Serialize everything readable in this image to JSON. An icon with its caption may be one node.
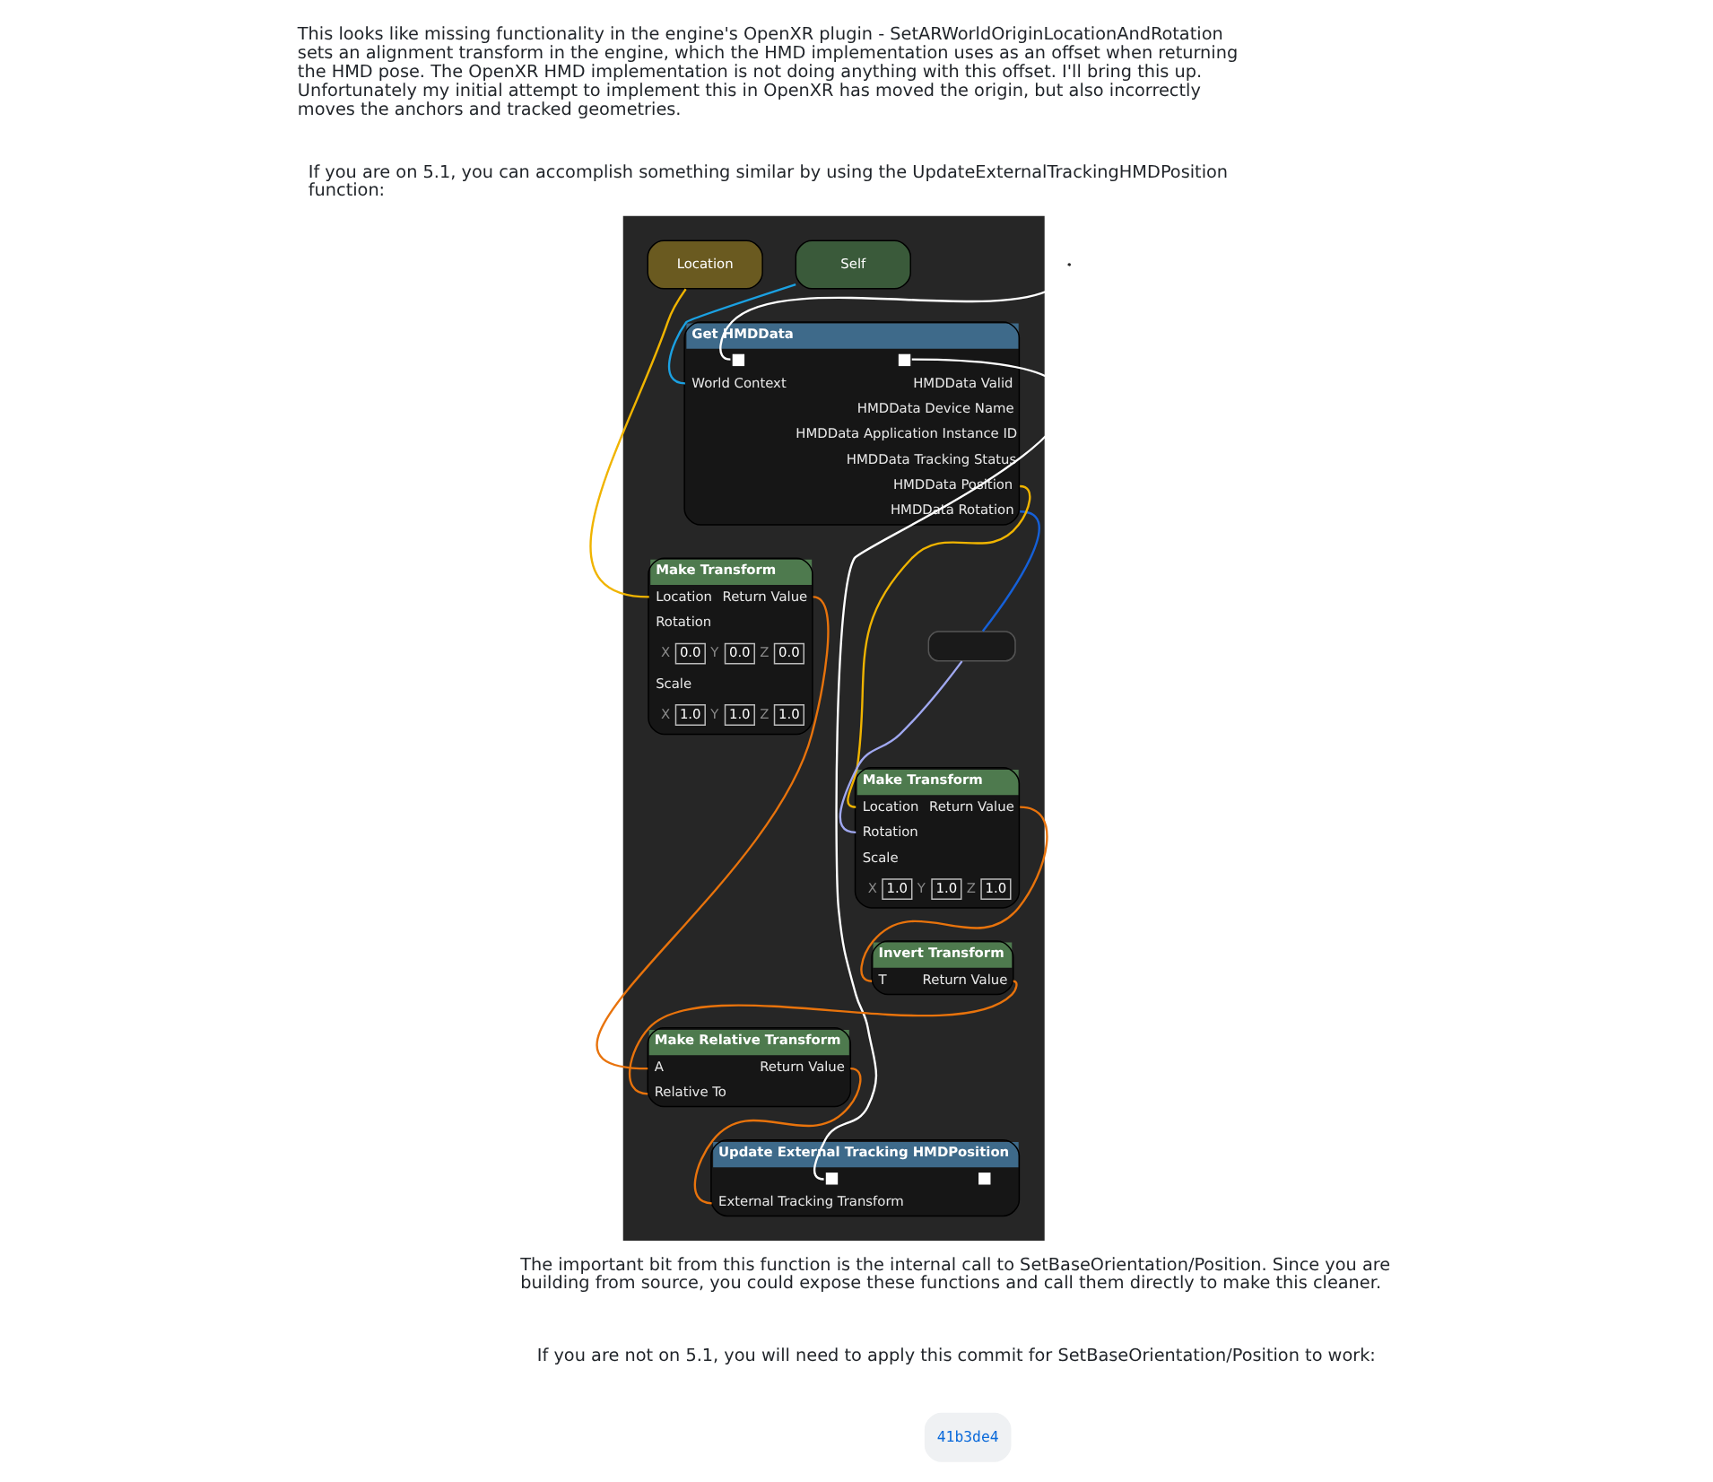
{
  "diagram": {
    "nodes": [
      {
        "text": [],
        "shape": "box"
      },
      {
        "text": [
          "Self"
        ],
        "in": 0
      },
      {
        "text": [
          "Get HMDData",
          "World Context",
          "HMDData Valid",
          "HMDData Device Name",
          "HMDData Application Instance ID",
          "HMDData Tracking Status",
          "HMDData Position",
          "HMDData Rotation"
        ],
        "in": 0
      },
      {
        "text": [
          "Update External Tracking HMDPosition",
          "External Tracking Transform"
        ],
        "in": 0
      },
      {
        "text": [],
        "shape": "box",
        "in": 0
      },
      {
        "text": [
          "Make Transform",
          "Location",
          "Return Value",
          "Rotation",
          "Scale",
          "X",
          "1.0",
          "Y",
          "1.0",
          "Z",
          "1.0"
        ],
        "in": 0
      },
      {
        "text": [
          "Invert Transform",
          "T",
          "Return Value"
        ],
        "in": 0
      },
      {
        "text": [
          "Location"
        ],
        "in": 0
      },
      {
        "text": [
          "Make Transform",
          "Location",
          "Return Value",
          "Rotation",
          "X",
          "0.0",
          "Y",
          "0.0",
          "Z",
          "0.0",
          "Scale",
          "X",
          "1.0",
          "Y",
          "1.0",
          "Z",
          "1.0"
        ],
        "in": 0
      },
      {
        "text": [
          "Make Relative Transform",
          "A",
          "Return Value",
          "Relative To"
        ],
        "in": 0
      }
    ],
    "edges": [
      {
        "from": 1,
        "to": 2,
        "arrow": "none",
        "color": "#1ba1e2"
      },
      {
        "from": null,
        "to": 2,
        "arrow": "none",
        "color": "#ffffff"
      },
      {
        "from": 2,
        "to": 3,
        "arrow": "none",
        "color": "#ffffff"
      },
      {
        "from": 2,
        "to": 5,
        "arrow": "none",
        "color": "#f0b400"
      },
      {
        "from": 2,
        "to": 4,
        "arrow": "none",
        "color": "#1560d8"
      },
      {
        "from": 4,
        "to": 5,
        "arrow": "none",
        "color": "#a0a8f0"
      },
      {
        "from": 5,
        "to": 6,
        "arrow": "none"
      },
      {
        "from": 6,
        "to": 9,
        "arrow": "none"
      },
      {
        "from": 9,
        "to": 3,
        "arrow": "none"
      },
      {
        "from": 7,
        "to": 8,
        "arrow": "none",
        "color": "#f0b400"
      },
      {
        "from": 8,
        "to": 9,
        "arrow": "none"
      }
    ],
    "labels": [
      "This looks like missing functionality in the engine's OpenXR plugin - SetARWorldOriginLocationAndRotation sets an alignment transform in the engine, which the HMD implementation uses as an offset when returning the HMD pose. The OpenXR HMD implementation is not doing anything with this offset. I'll bring this up. Unfortunately my initial attempt to implement this in OpenXR has moved the origin, but also incorrectly moves the anchors and tracked geometries.",
      "If you are on 5.1, you can accomplish something similar by using the UpdateExternalTrackingHMDPosition function:",
      "The important bit from this function is the internal call to SetBaseOrientation/Position. Since you are building from source, you could expose these functions and call them directly to make this cleaner.",
      "If you are not on 5.1, you will need to apply this commit for SetBaseOrientation/Position to work:",
      "41b3de4"
    ]
  }
}
